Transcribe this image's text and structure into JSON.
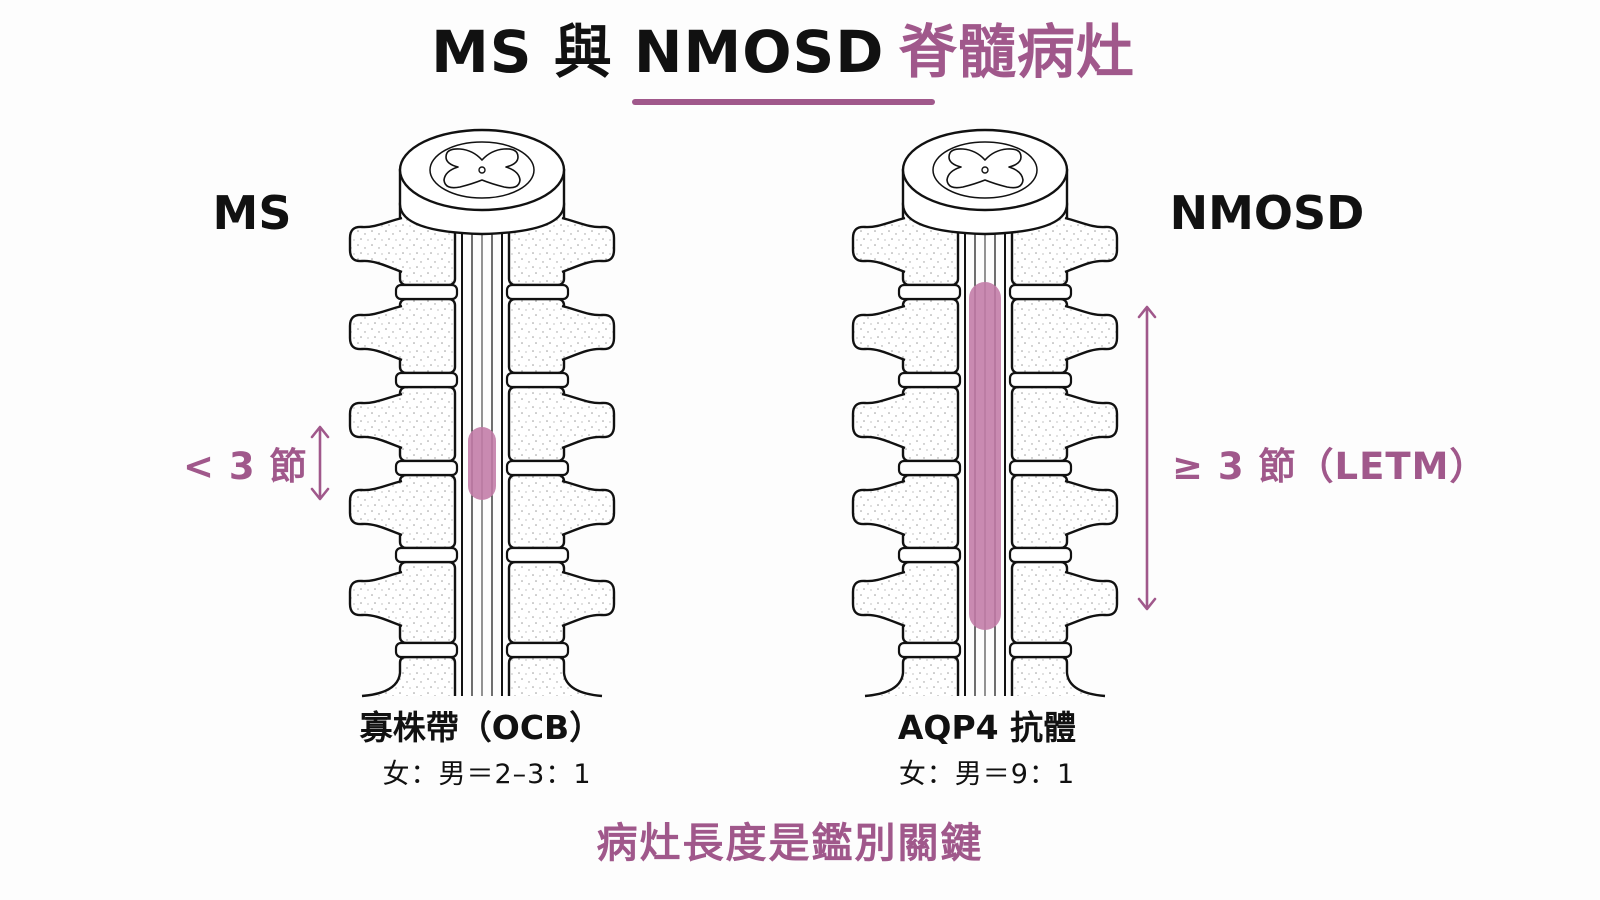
{
  "title": {
    "main": "MS 與 NMOSD",
    "highlight": "脊髓病灶"
  },
  "ms": {
    "label": "MS",
    "lesion_extent": "< 3 節",
    "marker": "寡株帶（OCB）",
    "sex_ratio": "女：男＝2–3：1"
  },
  "nmosd": {
    "label": "NMOSD",
    "lesion_extent": "≥ 3 節（LETM）",
    "marker": "AQP4 抗體",
    "sex_ratio": "女：男＝9：1"
  },
  "footer": "病灶長度是鑑別關鍵",
  "colors": {
    "ink": "#111111",
    "accent": "#a0588b",
    "lesion": "#c27aa6"
  }
}
